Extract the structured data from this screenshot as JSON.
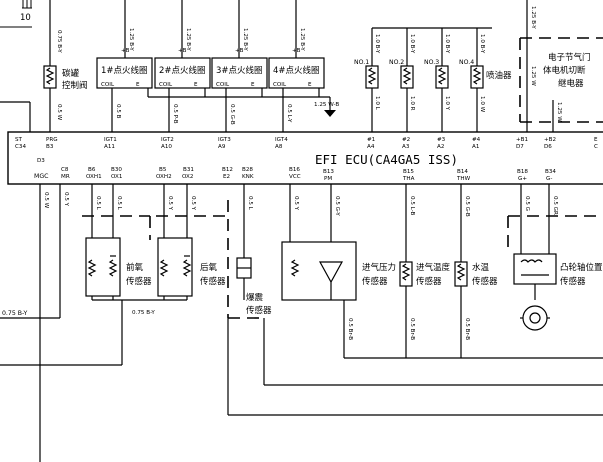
{
  "top_number": "10",
  "ecu_title": "EFI  ECU(CA4GA5  ISS)",
  "components": {
    "canister_valve": [
      "碳罐",
      "控制阀"
    ],
    "coils": [
      "1#点火线圈",
      "2#点火线圈",
      "3#点火线圈",
      "4#点火线圈"
    ],
    "coil_term_left": "COIL",
    "coil_term_right": "E",
    "plus_b": "+B",
    "ground_wire": "1.25 W-B",
    "injectors": [
      "NO.1",
      "NO.2",
      "NO.3",
      "NO.4"
    ],
    "injector_label": "喷油器",
    "throttle_relay": [
      "电子节气门",
      "体电机切断",
      "继电器"
    ],
    "front_o2": [
      "前氧",
      "传感器"
    ],
    "rear_o2": [
      "后氧",
      "传感器"
    ],
    "knock": [
      "爆震",
      "传感器"
    ],
    "map_sensor": [
      "进气压力",
      "传感器"
    ],
    "iat_sensor": [
      "进气温度",
      "传感器"
    ],
    "ect_sensor": [
      "水温",
      "传感器"
    ],
    "cam_sensor": [
      "凸轮轴位置",
      "传感器"
    ]
  },
  "wire_colors": {
    "top": [
      "0.75 B-Y",
      "1.25 B-Y",
      "1.25 B-Y",
      "1.25 B-Y",
      "1.25 B-Y",
      "1.0 B-Y",
      "1.0 B-Y",
      "1.0 B-Y",
      "1.0 B-Y",
      "1.25 B-Y"
    ],
    "bottom": [
      "0.5 W",
      "0.5 B",
      "0.5 P-B",
      "0.5 G-B",
      "0.5 L-Y",
      "1.0 L",
      "1.0 R",
      "1.0 Y",
      "1.0 W",
      "1.25 W",
      "1.25 W"
    ],
    "lower": [
      "0.5 W",
      "0.5 Y",
      "0.5 L",
      "0.5 L",
      "0.5 Y",
      "0.5 Y",
      "0.5 L",
      "0.5 G-Y",
      "0.5 L-B",
      "0.5 G-B",
      "0.5 G",
      "0.5 GR"
    ],
    "shield": "0.75 B-Y",
    "left_wire": "0.75 B-Y",
    "br_b": "0.5 Br-B"
  },
  "pins": {
    "top": [
      {
        "name": "ST",
        "pin": "C34"
      },
      {
        "name": "PRG",
        "pin": "B3"
      },
      {
        "name": "IGT1",
        "pin": "A11"
      },
      {
        "name": "IGT2",
        "pin": "A10"
      },
      {
        "name": "IGT3",
        "pin": "A9"
      },
      {
        "name": "IGT4",
        "pin": "A8"
      },
      {
        "name": "#1",
        "pin": "A4"
      },
      {
        "name": "#2",
        "pin": "A3"
      },
      {
        "name": "#3",
        "pin": "A2"
      },
      {
        "name": "#4",
        "pin": "A1"
      },
      {
        "name": "+B1",
        "pin": "D7"
      },
      {
        "name": "+B2",
        "pin": "D6"
      },
      {
        "name": "E",
        "pin": "C"
      }
    ],
    "bottom": [
      {
        "pin": "D3",
        "name": "MGC"
      },
      {
        "pin": "C8",
        "name": "MR"
      },
      {
        "pin": "B6",
        "name": "OXH1"
      },
      {
        "pin": "B30",
        "name": "OX1"
      },
      {
        "pin": "B5",
        "name": "OXH2"
      },
      {
        "pin": "B31",
        "name": "OX2"
      },
      {
        "pin": "B12",
        "name": "E2"
      },
      {
        "pin": "B28",
        "name": "KNK"
      },
      {
        "pin": "B16",
        "name": "VCC"
      },
      {
        "pin": "B13",
        "name": "PM"
      },
      {
        "pin": "B15",
        "name": "THA"
      },
      {
        "pin": "B14",
        "name": "THW"
      },
      {
        "pin": "B18",
        "name": "G+"
      },
      {
        "pin": "B34",
        "name": "G-"
      }
    ]
  }
}
